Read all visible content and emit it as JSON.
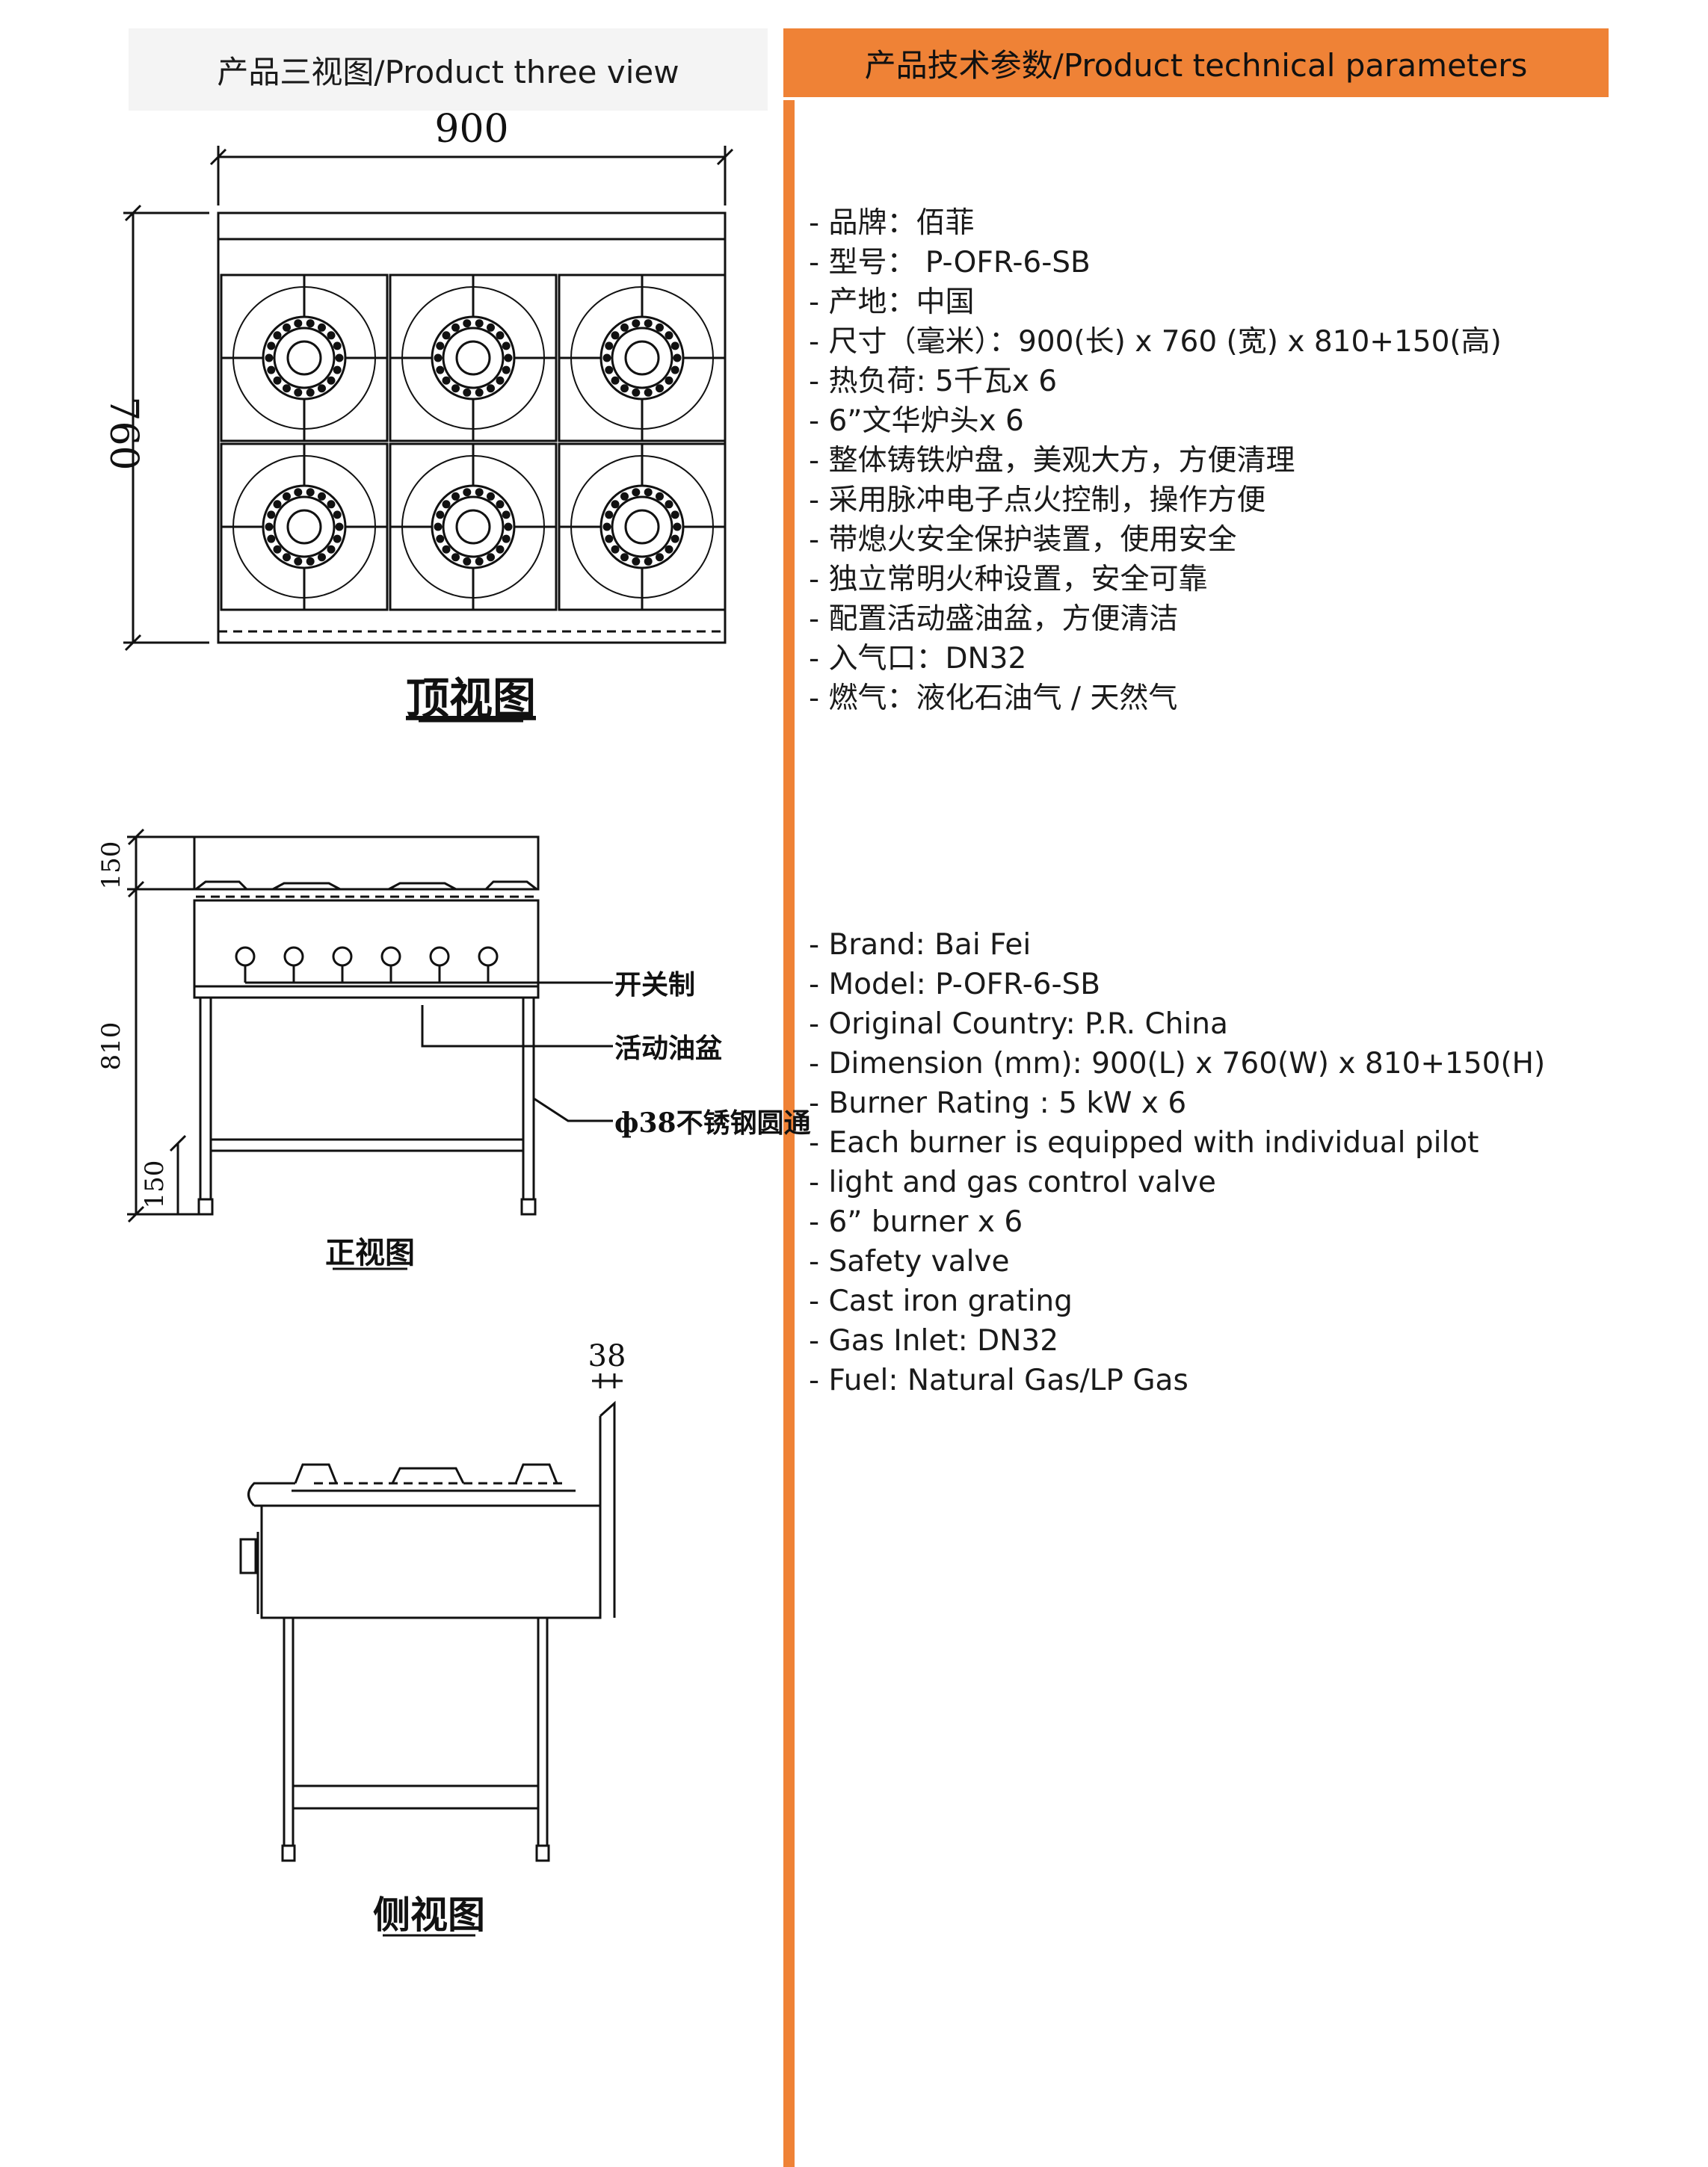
{
  "headers": {
    "three_view": "产品三视图/Product three view",
    "technical": "产品技术参数/Product technical parameters"
  },
  "drawing": {
    "top_view": {
      "width_dim": "900",
      "depth_dim": "760",
      "caption": "顶视图"
    },
    "front_view": {
      "dim_top": "150",
      "dim_body": "810",
      "dim_bottom": "150",
      "callout_switch": "开关制",
      "callout_drip_tray": "活动油盆",
      "callout_tube": "ф38不锈钢圆通",
      "caption": "正视图"
    },
    "side_view": {
      "dim_backsplash": "38",
      "caption": "侧视图"
    }
  },
  "specs_cn": [
    "- 品牌：佰菲",
    "- 型号：  P-OFR-6-SB",
    "- 产地：中国",
    "- 尺寸（毫米）：900(长) x 760 (宽) x 810+150(高)",
    "- 热负荷: 5千瓦x 6",
    "- 6”文华炉头x 6",
    "- 整体铸铁炉盘，美观大方，方便清理",
    "- 采用脉冲电子点火控制，操作方便",
    "- 带熄火安全保护装置，使用安全",
    "- 独立常明火种设置，安全可靠",
    "- 配置活动盛油盆，方便清洁",
    "- 入气口：DN32",
    "- 燃气：液化石油气 / 天然气"
  ],
  "specs_en": [
    "- Brand: Bai Fei",
    "- Model:  P-OFR-6-SB",
    "- Original Country: P.R. China",
    "- Dimension (mm): 900(L) x 760(W) x 810+150(H)",
    "- Burner Rating : 5 kW x 6",
    "- Each burner is equipped with individual pilot",
    "- light and gas control valve",
    "- 6”  burner x 6",
    "- Safety valve",
    "- Cast iron grating",
    "- Gas Inlet: DN32",
    "- Fuel: Natural Gas/LP Gas"
  ]
}
